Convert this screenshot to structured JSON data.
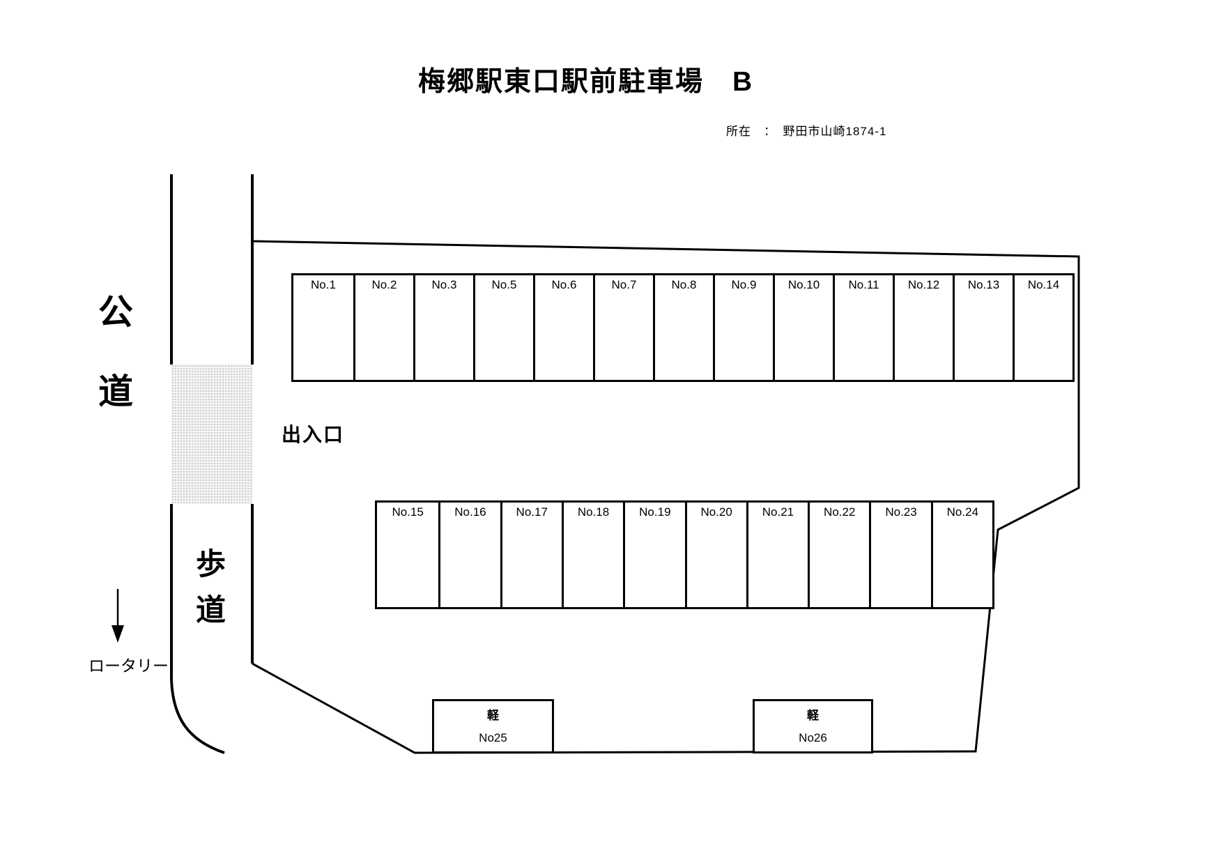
{
  "page": {
    "title": "梅郷駅東口駅前駐車場　B",
    "location": "所在　：　野田市山崎1874-1"
  },
  "map": {
    "public_road": {
      "char1": "公",
      "char2": "道"
    },
    "sidewalk": {
      "char1": "歩",
      "char2": "道"
    },
    "entrance_label": "出入口",
    "rotary_label": "ロータリー"
  },
  "parking": {
    "row1": [
      "No.1",
      "No.2",
      "No.3",
      "No.5",
      "No.6",
      "No.7",
      "No.8",
      "No.9",
      "No.10",
      "No.11",
      "No.12",
      "No.13",
      "No.14"
    ],
    "row2": [
      "No.15",
      "No.16",
      "No.17",
      "No.18",
      "No.19",
      "No.20",
      "No.21",
      "No.22",
      "No.23",
      "No.24"
    ],
    "kei_spaces": [
      {
        "type": "軽",
        "number": "No25"
      },
      {
        "type": "軽",
        "number": "No26"
      }
    ]
  },
  "colors": {
    "line": "#000000",
    "hatch_dot": "#bfbfbf",
    "background": "#ffffff"
  }
}
